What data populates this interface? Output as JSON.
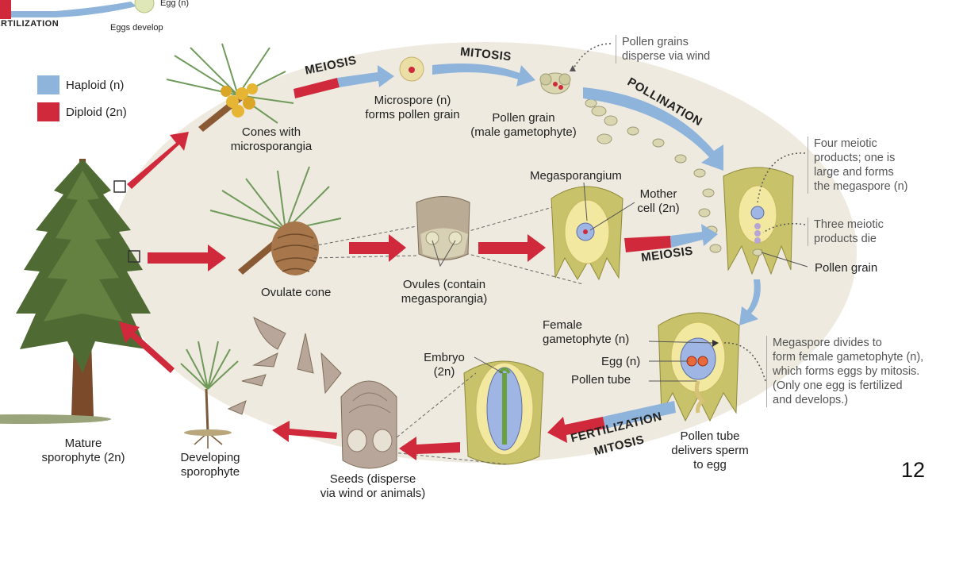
{
  "legend": {
    "haploid": "Haploid (n)",
    "diploid": "Diploid (2n)",
    "haploid_color": "#8fb4dc",
    "diploid_color": "#d0293b"
  },
  "top_strip": {
    "fertilization": "FERTILIZATION",
    "egg": "Egg (n)",
    "eggs_develop": "Eggs develop"
  },
  "stages": {
    "meiosis_top": "MEIOSIS",
    "mitosis_top": "MITOSIS",
    "pollination": "POLLINATION",
    "meiosis_mid": "MEIOSIS",
    "fertilization": "FERTILIZATION",
    "mitosis_bottom": "MITOSIS"
  },
  "labels": {
    "cones_with": "Cones with",
    "microsporangia": "microsporangia",
    "microspore_1": "Microspore (n)",
    "microspore_2": "forms pollen grain",
    "pollen_grain_1": "Pollen grain",
    "pollen_grain_2": "(male gametophyte)",
    "megasporangium": "Megasporangium",
    "mother_cell_1": "Mother",
    "mother_cell_2": "cell (2n)",
    "ovulate_cone": "Ovulate cone",
    "ovules_1": "Ovules (contain",
    "ovules_2": "megasporangia)",
    "pollen_grain_right": "Pollen grain",
    "female_gam_1": "Female",
    "female_gam_2": "gametophyte (n)",
    "egg": "Egg (n)",
    "pollen_tube": "Pollen tube",
    "embryo_1": "Embryo",
    "embryo_2": "(2n)",
    "pollen_tube_delivers_1": "Pollen tube",
    "pollen_tube_delivers_2": "delivers sperm",
    "pollen_tube_delivers_3": "to egg",
    "seeds_1": "Seeds (disperse",
    "seeds_2": "via wind or animals)",
    "developing_1": "Developing",
    "developing_2": "sporophyte",
    "mature_1": "Mature",
    "mature_2": "sporophyte (2n)"
  },
  "notes": {
    "pollen_disperse_1": "Pollen grains",
    "pollen_disperse_2": "disperse via wind",
    "four_meiotic_1": "Four meiotic",
    "four_meiotic_2": "products; one is",
    "four_meiotic_3": "large and forms",
    "four_meiotic_4": "the megaspore (n)",
    "three_meiotic_1": "Three meiotic",
    "three_meiotic_2": "products die",
    "megaspore_1": "Megaspore divides to",
    "megaspore_2": "form female gametophyte (n),",
    "megaspore_3": "which forms eggs by mitosis.",
    "megaspore_4": "(Only one egg is fertilized",
    "megaspore_5": "and develops.)"
  },
  "page_number": "12"
}
